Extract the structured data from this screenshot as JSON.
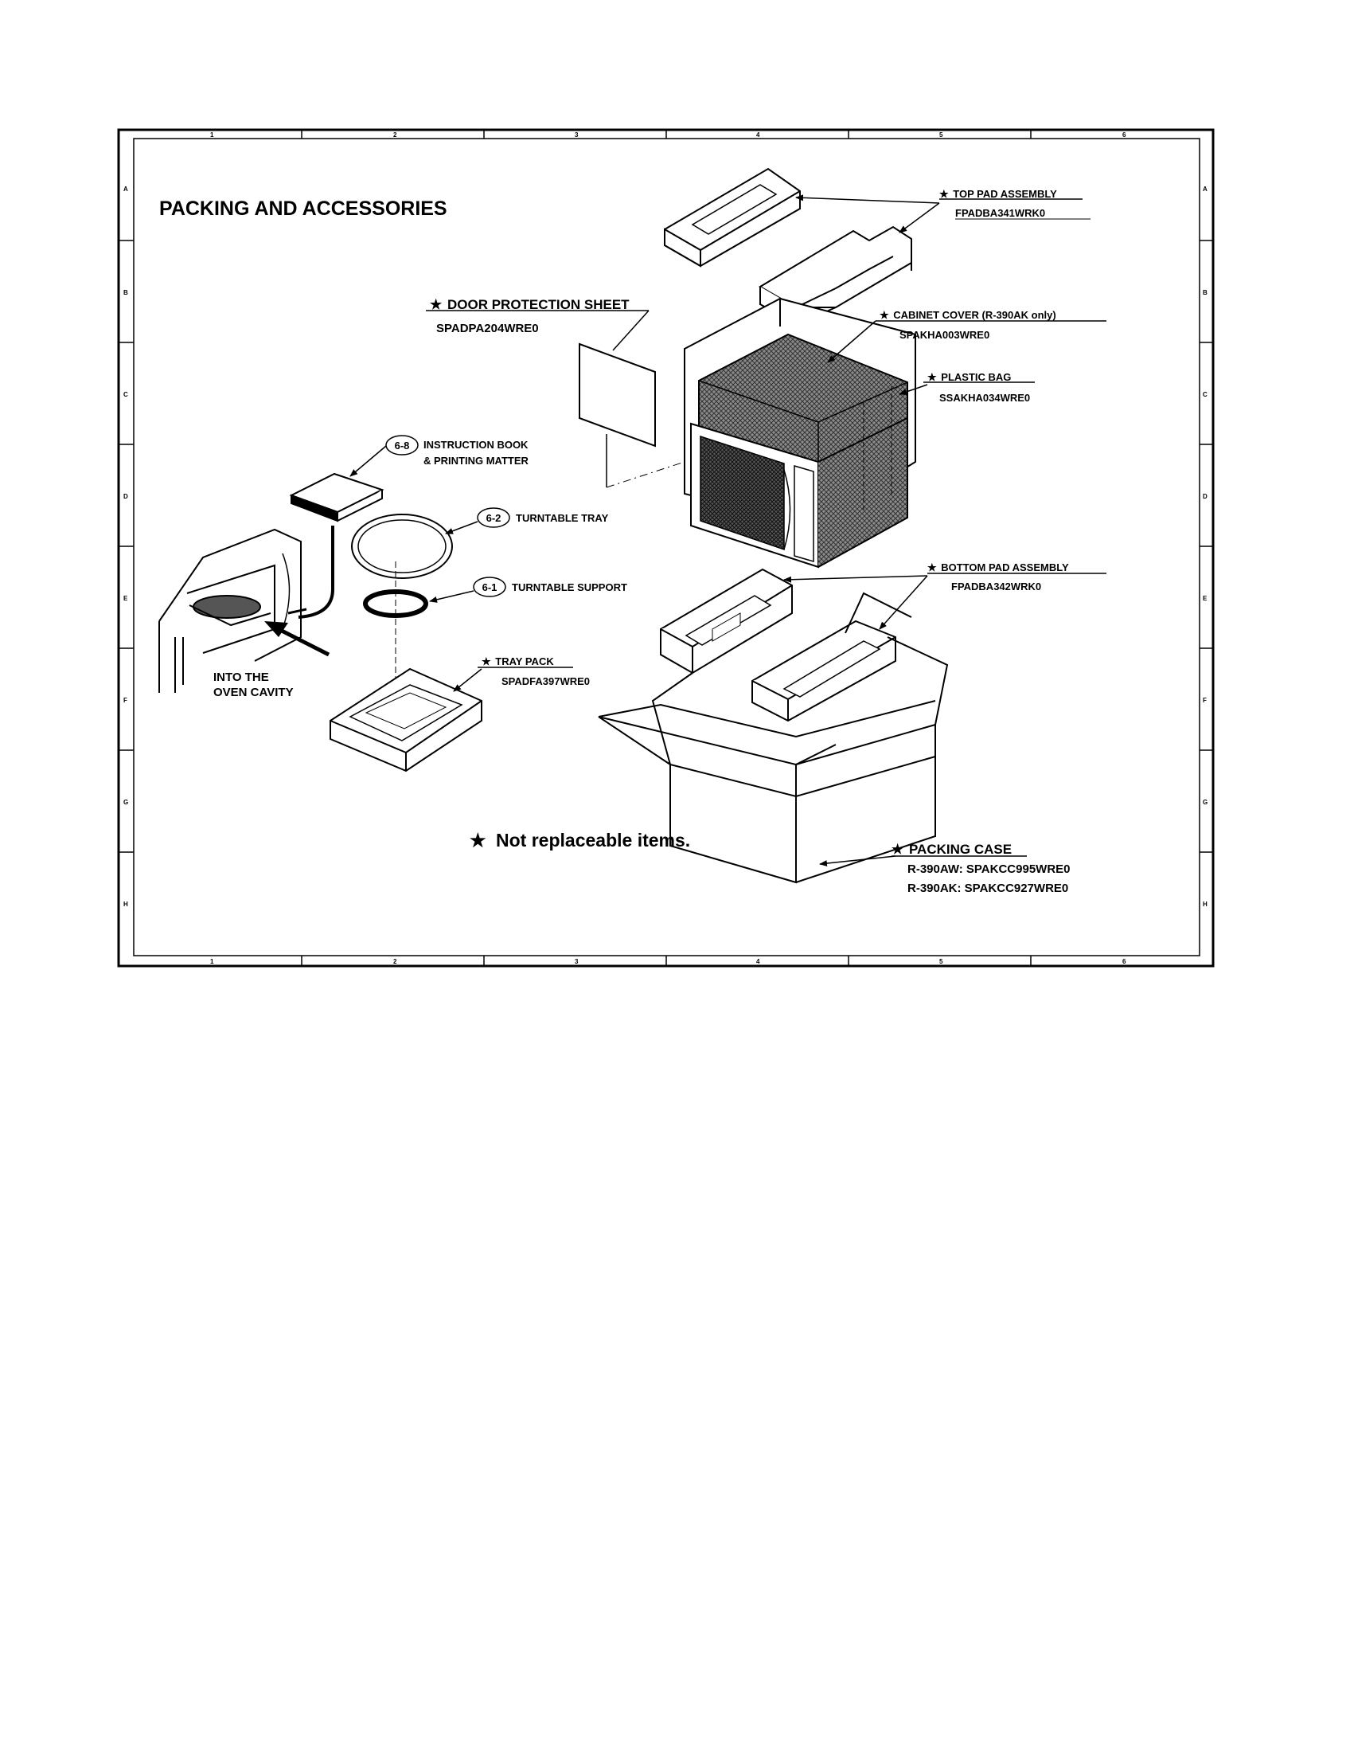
{
  "title": "PACKING AND ACCESSORIES",
  "star": "★",
  "border": {
    "columns": [
      "1",
      "2",
      "3",
      "4",
      "5",
      "6"
    ],
    "rows": [
      "A",
      "B",
      "C",
      "D",
      "E",
      "F",
      "G",
      "H"
    ]
  },
  "labels": {
    "top_pad": {
      "name": "TOP PAD ASSEMBLY",
      "code": "FPADBA341WRK0"
    },
    "door_sheet": {
      "name": "DOOR PROTECTION SHEET",
      "code": "SPADPA204WRE0"
    },
    "cabinet_cover": {
      "name": "CABINET COVER (R-390AK only)",
      "code": "SPAKHA003WRE0"
    },
    "plastic_bag": {
      "name": "PLASTIC BAG",
      "code": "SSAKHA034WRE0"
    },
    "instruction_book": {
      "ref": "6-8",
      "line1": "INSTRUCTION BOOK",
      "line2": "& PRINTING MATTER"
    },
    "turntable_tray": {
      "ref": "6-2",
      "name": "TURNTABLE TRAY"
    },
    "turntable_support": {
      "ref": "6-1",
      "name": "TURNTABLE SUPPORT"
    },
    "tray_pack": {
      "name": "TRAY PACK",
      "code": "SPADFA397WRE0"
    },
    "oven_cavity": {
      "line1": "INTO THE",
      "line2": "OVEN CAVITY"
    },
    "bottom_pad": {
      "name": "BOTTOM PAD ASSEMBLY",
      "code": "FPADBA342WRK0"
    },
    "packing_case": {
      "name": "PACKING CASE",
      "code1": "R-390AW: SPAKCC995WRE0",
      "code2": "R-390AK: SPAKCC927WRE0"
    }
  },
  "note": "Not replaceable items."
}
